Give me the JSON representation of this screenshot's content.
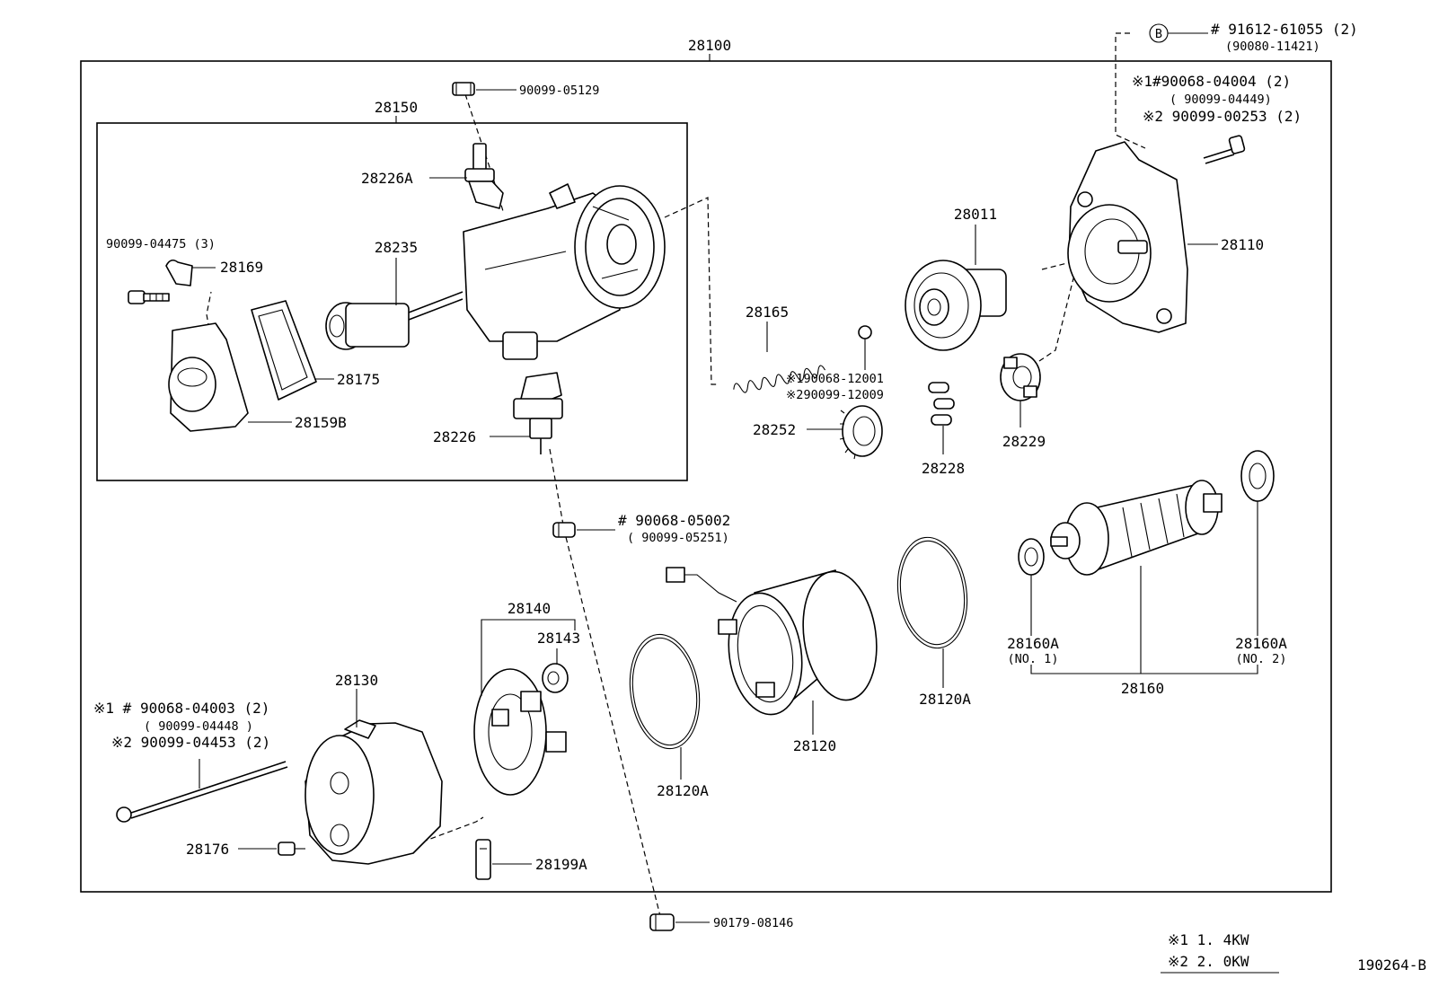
{
  "diagram": {
    "assembly": "28100",
    "sub_assembly": "28150",
    "figure_id": "190264-B"
  },
  "parts": {
    "p_90099_05129": "90099-05129",
    "p_28226A": "28226A",
    "p_28235": "28235",
    "p_90099_04475": "90099-04475 (3)",
    "p_28169": "28169",
    "p_28175": "28175",
    "p_28159B": "28159B",
    "p_28226": "28226",
    "p_28165": "28165",
    "p_28011": "28011",
    "p_28110": "28110",
    "p_28252": "28252",
    "p_28228": "28228",
    "p_28229": "28229",
    "p_28140": "28140",
    "p_28143": "28143",
    "p_28130": "28130",
    "p_28176": "28176",
    "p_28199A": "28199A",
    "p_28120A_left": "28120A",
    "p_28120": "28120",
    "p_28120A_right": "28120A",
    "p_28160A_1": "28160A",
    "p_28160A_1_note": "(NO. 1)",
    "p_28160": "28160",
    "p_28160A_2": "28160A",
    "p_28160A_2_note": "(NO. 2)",
    "p_90179_08146": "90179-08146"
  },
  "callouts": {
    "b_marker": "B",
    "b_line1": "#  91612-61055 (2)",
    "b_line2": "(90080-11421)",
    "tr_line1": "※1#90068-04004 (2)",
    "tr_line2": "( 90099-04449)",
    "tr_line3": "※2  90099-00253 (2)",
    "ball_line1": "※190068-12001",
    "ball_line2": "※290099-12009",
    "nut_line1": "#  90068-05002",
    "nut_line2": "( 90099-05251)",
    "bl_line1": "※1 #  90068-04003 (2)",
    "bl_line2": "( 90099-04448 )",
    "bl_line3": "※2  90099-04453 (2)"
  },
  "legend": {
    "note1": "※1  1. 4KW",
    "note2": "※2  2. 0KW"
  }
}
